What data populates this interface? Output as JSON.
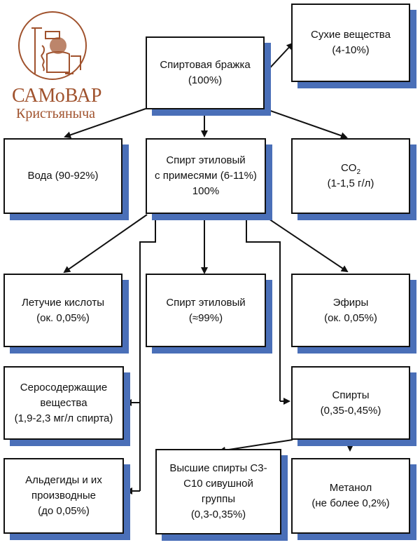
{
  "logo": {
    "brand": "САМоВАР",
    "tagline": "Кристьяныча",
    "colors": {
      "primary": "#a0522d"
    }
  },
  "colors": {
    "shadow": "#4a6fb8",
    "border": "#111111",
    "arrow": "#111111"
  },
  "nodes": {
    "braga": {
      "lines": [
        "Спиртовая бражка",
        "(100%)"
      ]
    },
    "dry": {
      "lines": [
        "Сухие вещества",
        "(4-10%)"
      ]
    },
    "water": {
      "lines": [
        "Вода (90-92%)"
      ]
    },
    "spirit_mix": {
      "lines": [
        "Спирт этиловый",
        "с примесями (6-11%)",
        "100%"
      ]
    },
    "co2": {
      "main": "CO",
      "sub": "2",
      "line2": "(1-1,5 г/л)"
    },
    "volatile_acids": {
      "lines": [
        "Летучие кислоты",
        "(ок. 0,05%)"
      ]
    },
    "ethanol": {
      "lines": [
        "Спирт этиловый",
        "(≈99%)"
      ]
    },
    "esters": {
      "lines": [
        "Эфиры",
        "(ок. 0,05%)"
      ]
    },
    "sulfur": {
      "lines": [
        "Серосодержащие",
        "вещества",
        "(1,9-2,3 мг/л спирта)"
      ]
    },
    "alcohols": {
      "lines": [
        "Спирты",
        "(0,35-0,45%)"
      ]
    },
    "aldehydes": {
      "lines": [
        "Альдегиды и их",
        "производные",
        "(до 0,05%)"
      ]
    },
    "higher_alcohols": {
      "lines": [
        "Высшие спирты С3-",
        "С10 сивушной",
        "группы",
        "(0,3-0,35%)"
      ]
    },
    "methanol": {
      "lines": [
        "Метанол",
        "(не более 0,2%)"
      ]
    }
  }
}
